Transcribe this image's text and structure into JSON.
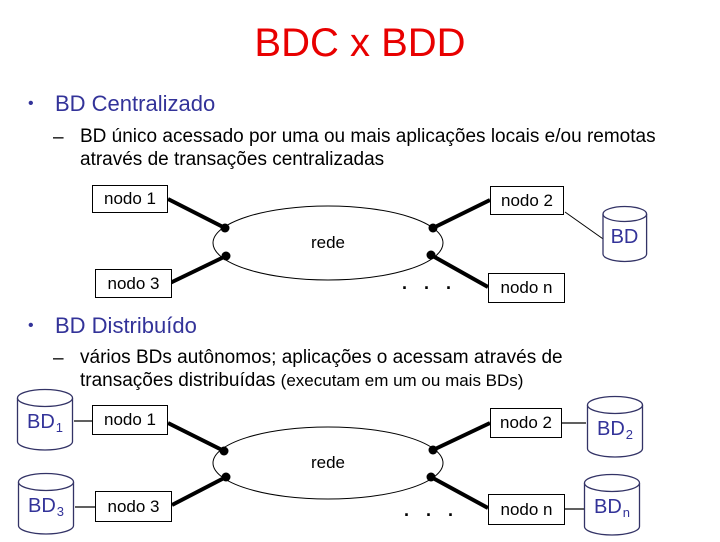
{
  "slide_title": "BDC x BDD",
  "sections": {
    "centralized": {
      "bullet_char": "•",
      "heading": "BD Centralizado",
      "dash_char": "–",
      "line1": "BD único acessado por uma ou mais aplicações locais e/ou remotas",
      "line2": "através de transações centralizadas"
    },
    "distributed": {
      "bullet_char": "•",
      "heading": "BD Distribuído",
      "dash_char": "–",
      "line1": "vários BDs autônomos; aplicações o acessam através de",
      "line2_main": "transações distribuídas ",
      "line2_small": "(executam em um ou mais BDs)"
    }
  },
  "diagram_centralized": {
    "node1": "nodo 1",
    "node2": "nodo 2",
    "node3": "nodo 3",
    "noden": "nodo n",
    "network": "rede",
    "ellipsis": ". . .",
    "db": {
      "base": "BD",
      "sub": ""
    }
  },
  "diagram_distributed": {
    "node1": "nodo 1",
    "node2": "nodo 2",
    "node3": "nodo 3",
    "noden": "nodo n",
    "network": "rede",
    "ellipsis": ". . .",
    "db1": {
      "base": "BD",
      "sub": "1"
    },
    "db2": {
      "base": "BD",
      "sub": "2"
    },
    "db3": {
      "base": "BD",
      "sub": "3"
    },
    "dbn": {
      "base": "BD",
      "sub": "n"
    }
  },
  "colors": {
    "title_red": "#e80000",
    "heading_navy": "#333399",
    "cylinder_stroke": "#333366",
    "line_black": "#000000"
  }
}
